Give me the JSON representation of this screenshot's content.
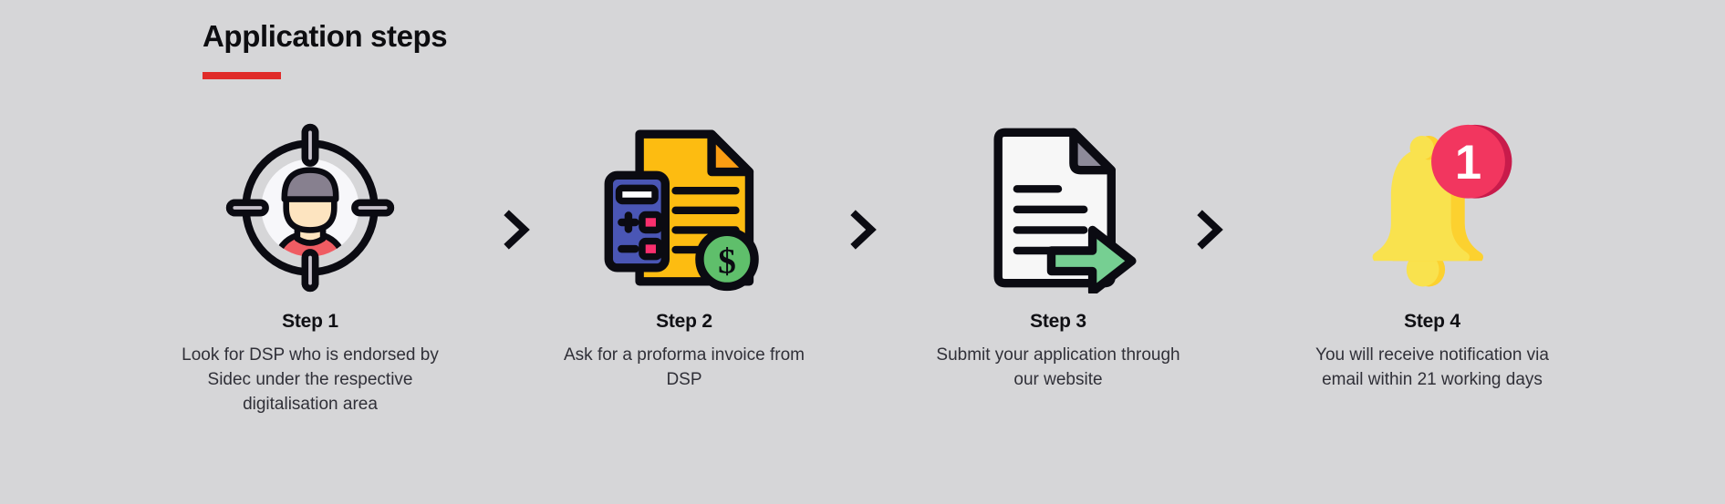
{
  "page": {
    "background_color": "#d6d6d8"
  },
  "header": {
    "title": "Application steps",
    "rule_color": "#e02b29"
  },
  "separator": {
    "icon": "chevron-right-icon",
    "color": "#0b0b12",
    "count": 3
  },
  "steps": [
    {
      "icon": "target-person-icon",
      "title": "Step 1",
      "description": "Look for DSP who is endorsed by Sidec under the respective digitalisation area",
      "colors": {
        "outline": "#0b0b12",
        "ring_fill": "#f7f7fa",
        "crosshair": "#c7c2cc",
        "face": "#fde4c0",
        "hair": "#87808f",
        "shirt": "#ef5c63"
      }
    },
    {
      "icon": "invoice-calculator-dollar-icon",
      "title": "Step 2",
      "description": "Ask for a proforma invoice from DSP",
      "colors": {
        "outline": "#0b0b12",
        "paper": "#fdbc11",
        "fold": "#fb9d13",
        "calculator": "#4a56b5",
        "calculator_screen": "#ffffff",
        "button": "#f92f6e",
        "coin": "#5fbf6b",
        "coin_shadow": "#3f9c55"
      }
    },
    {
      "icon": "document-submit-arrow-icon",
      "title": "Step 3",
      "description": "Submit your application through our website",
      "colors": {
        "outline": "#0b0b12",
        "paper": "#f7f7f7",
        "fold": "#8d8a99",
        "arrow": "#76cf92"
      }
    },
    {
      "icon": "bell-notification-badge-icon",
      "title": "Step 4",
      "description": "You will receive notification via email within 21 working days",
      "badge_count": "1",
      "colors": {
        "bell": "#f9e24e",
        "bell_shadow": "#fcd12f",
        "badge": "#f2365f",
        "badge_shadow": "#c81b4b",
        "badge_text": "#ffffff"
      }
    }
  ]
}
